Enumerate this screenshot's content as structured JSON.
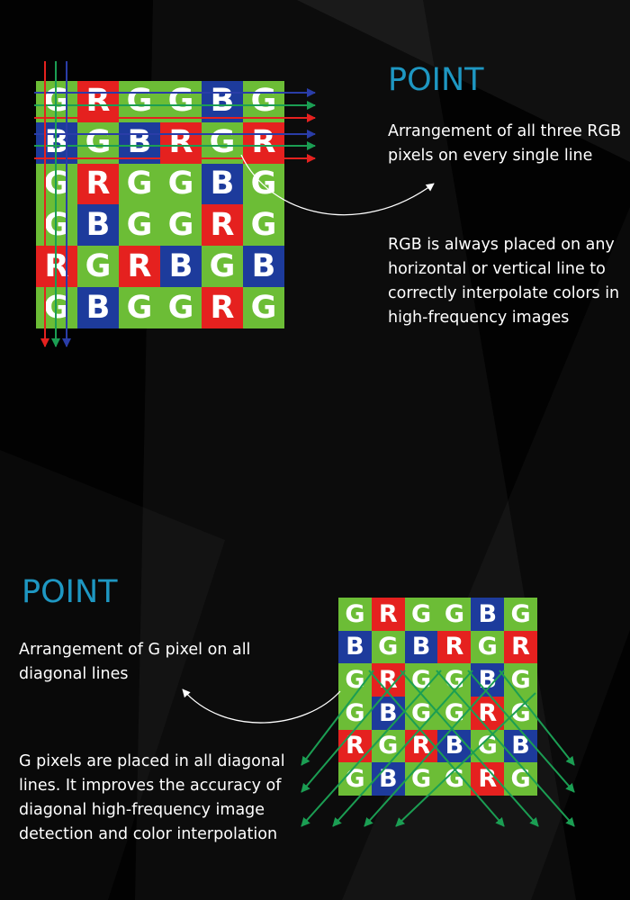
{
  "colors": {
    "R": "#e5211f",
    "G": "#6cbd36",
    "B": "#1d3b9c",
    "accent": "#1e97c2",
    "arrow_green": "#1b9e53"
  },
  "section1": {
    "heading": "POINT",
    "caption": "Arrangement of all three RGB pixels on every single line",
    "body": "RGB is always placed on any horizontal or vertical line to correctly interpolate colors in high-frequency images"
  },
  "section2": {
    "heading": "POINT",
    "caption": "Arrangement of G pixel on all diagonal lines",
    "body": "G pixels are placed in all diagonal lines. It improves the accuracy of diagonal high-frequency image detection and color interpolation"
  },
  "pixel_pattern": [
    [
      "G",
      "R",
      "G",
      "G",
      "B",
      "G"
    ],
    [
      "B",
      "G",
      "B",
      "R",
      "G",
      "R"
    ],
    [
      "G",
      "R",
      "G",
      "G",
      "B",
      "G"
    ],
    [
      "G",
      "B",
      "G",
      "G",
      "R",
      "G"
    ],
    [
      "R",
      "G",
      "R",
      "B",
      "G",
      "B"
    ],
    [
      "G",
      "B",
      "G",
      "G",
      "R",
      "G"
    ]
  ]
}
